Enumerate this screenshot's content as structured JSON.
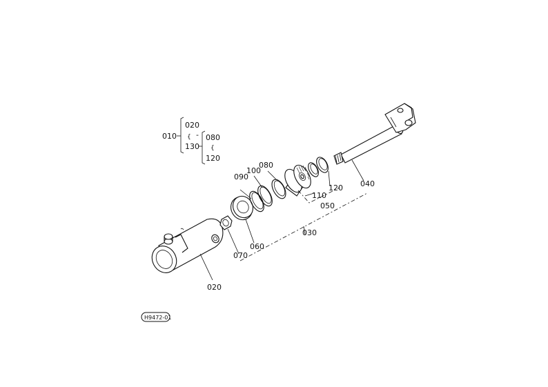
{
  "labels": {
    "tree_010": "010",
    "tree_020": "020",
    "tree_130": "130",
    "tree_080": "080",
    "tree_120": "120",
    "tree_tilde1": "{",
    "tree_tilde2": "{",
    "tree_dash": "-",
    "p090": "090",
    "p100": "100",
    "p080": "080",
    "p110": "110",
    "p120": "120",
    "p050": "050",
    "p040": "040",
    "p030": "030",
    "p060": "060",
    "p070": "070",
    "p020": "020",
    "drawing_id": "H9472-01"
  }
}
